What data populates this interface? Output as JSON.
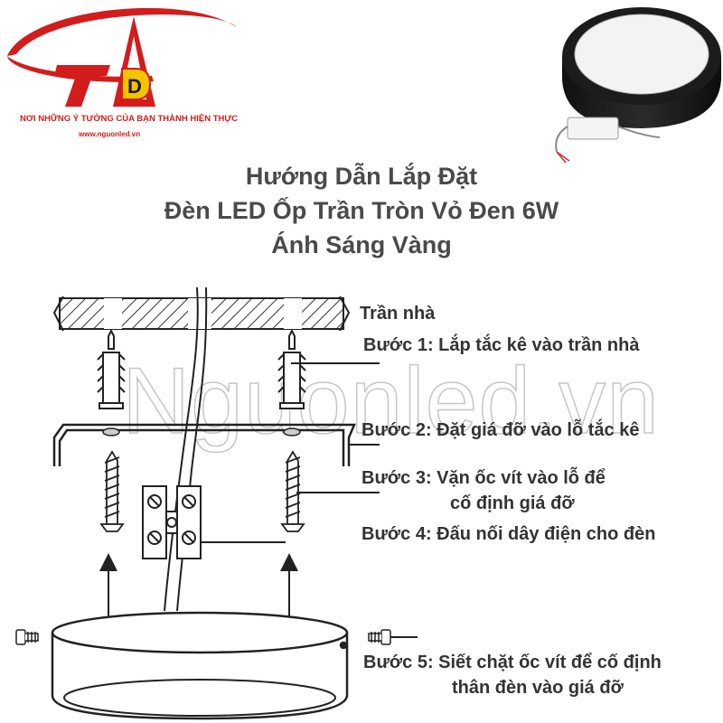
{
  "brand": {
    "logo_letters": "TD",
    "tagline": "NƠI NHỮNG Ý TƯỞNG CỦA BẠN THÀNH HIỆN THỰC",
    "website": "www.nguonled.vn",
    "watermark": "Nguonled.vn"
  },
  "title": {
    "line1": "Hướng Dẫn Lắp Đặt",
    "line2": "Đèn LED Ốp Trần Tròn Vỏ Đen 6W",
    "line3": "Ánh Sáng Vàng"
  },
  "labels": {
    "ceiling": "Trần nhà",
    "step1": "Bước 1: Lắp tắc kê vào trần nhà",
    "step2": "Bước 2: Đặt giá đỡ vào lỗ tắc kê",
    "step3_line1": "Bước 3: Vặn ốc vít vào lỗ để",
    "step3_line2": "cố định giá đỡ",
    "step4": "Bước 4: Đấu nối dây điện cho đèn",
    "step5_line1": "Bước 5: Siết chặt ốc vít để cố định",
    "step5_line2": "thân đèn vào giá đỡ"
  },
  "colors": {
    "brand_red": "#d31c1c",
    "brand_yellow": "#f3c400",
    "line": "#2b2b2b",
    "text": "#333333"
  }
}
